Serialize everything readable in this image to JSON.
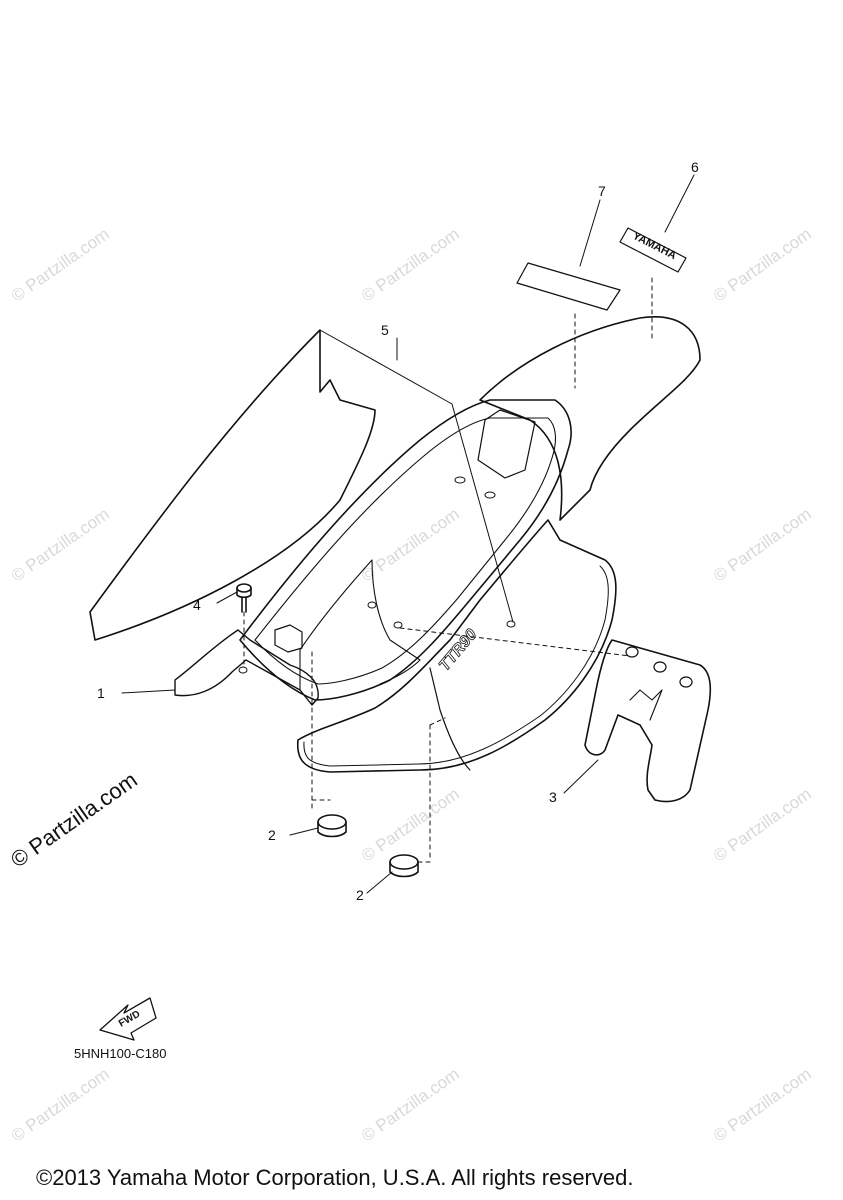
{
  "diagram": {
    "callouts": [
      {
        "id": "1",
        "text": "1"
      },
      {
        "id": "2a",
        "text": "2"
      },
      {
        "id": "2b",
        "text": "2"
      },
      {
        "id": "3",
        "text": "3"
      },
      {
        "id": "4",
        "text": "4"
      },
      {
        "id": "5",
        "text": "5"
      },
      {
        "id": "6",
        "text": "6"
      },
      {
        "id": "7",
        "text": "7"
      }
    ],
    "emblem_text": "YAMAHA",
    "tank_graphic_text": "TTR90",
    "fwd_label": "FWD",
    "diagram_code": "5HNH100-C180",
    "watermark": "© Partzilla.com",
    "watermark_main": "© Partzilla.com"
  },
  "footer": {
    "copyright": "©2013 Yamaha Motor Corporation, U.S.A. All rights reserved."
  }
}
